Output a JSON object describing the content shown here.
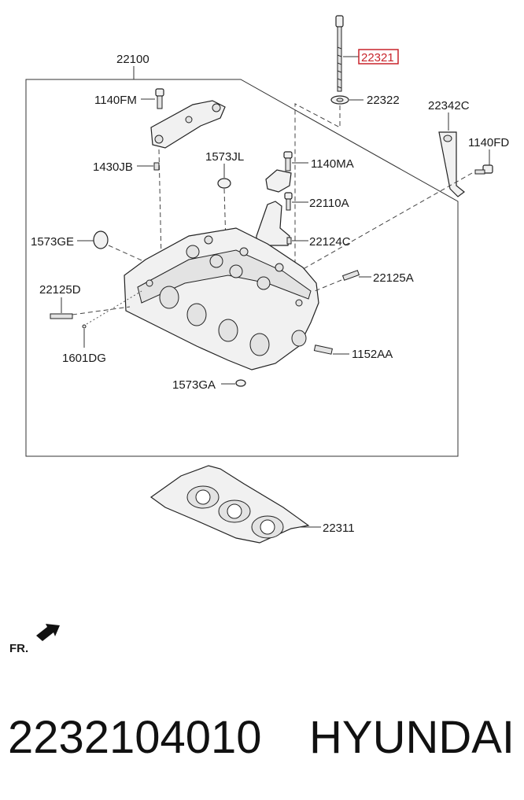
{
  "callouts": {
    "c22100": "22100",
    "c22321": "22321",
    "c22322": "22322",
    "c22342C": "22342C",
    "c1140FM": "1140FM",
    "c1140FD": "1140FD",
    "c1430JB": "1430JB",
    "c1573JL": "1573JL",
    "c1140MA": "1140MA",
    "c22110A": "22110A",
    "c1573GE": "1573GE",
    "c22124C": "22124C",
    "c22125D": "22125D",
    "c22125A": "22125A",
    "c1601DG": "1601DG",
    "c1152AA": "1152AA",
    "c1573GA": "1573GA",
    "c22311": "22311"
  },
  "front_marker": "FR.",
  "caption": {
    "part_number": "2232104010",
    "brand": "HYUNDAI"
  },
  "colors": {
    "highlight": "#c8242b",
    "line": "#333333"
  }
}
